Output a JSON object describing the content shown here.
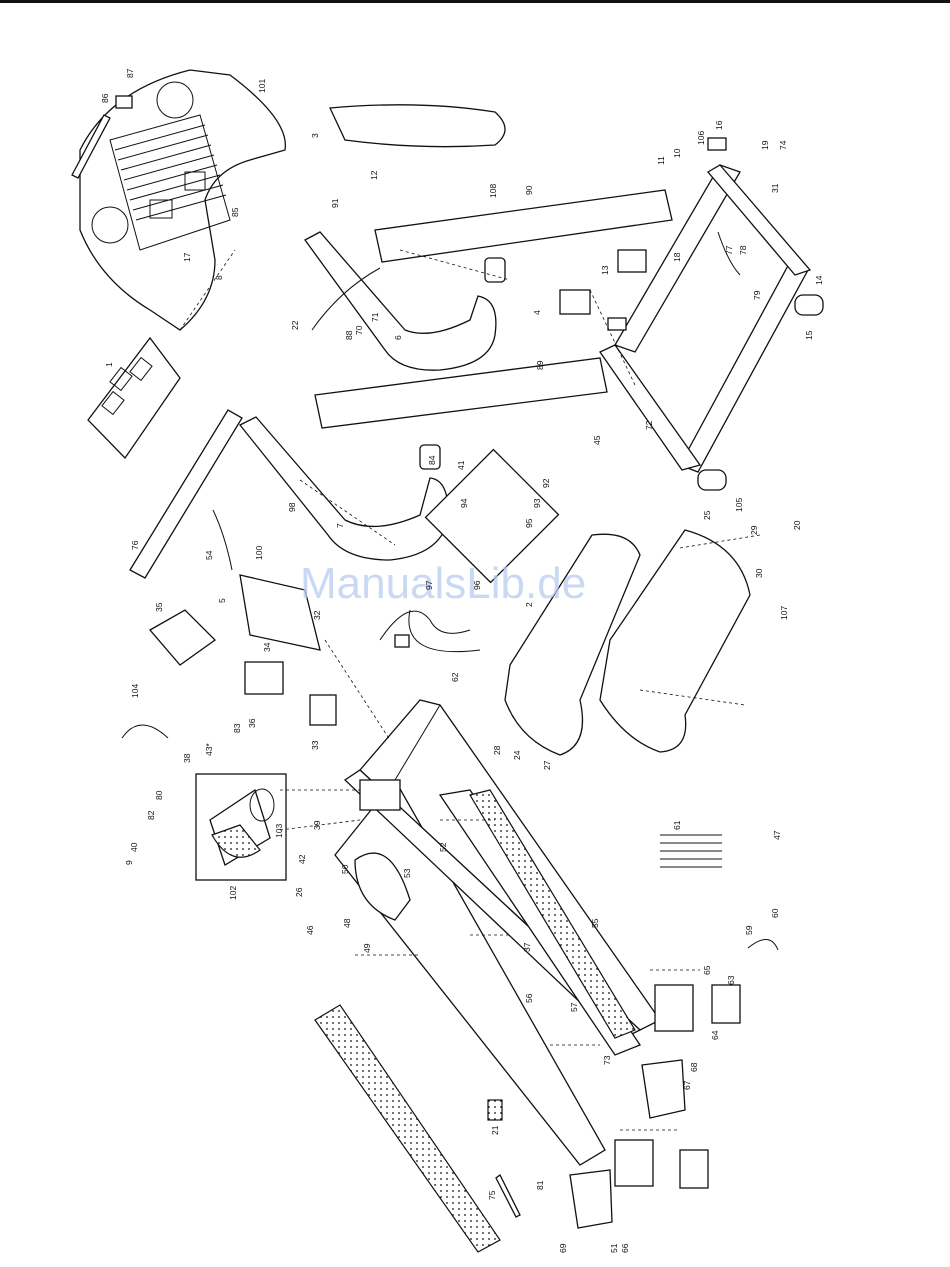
{
  "watermark": "ManualsLib.de",
  "callouts": [
    "1",
    "2",
    "3",
    "4",
    "5",
    "6",
    "7",
    "8",
    "9",
    "10",
    "11",
    "12",
    "13",
    "14",
    "15",
    "16",
    "17",
    "18",
    "19",
    "20",
    "21",
    "22",
    "24",
    "25",
    "26",
    "27",
    "28",
    "29",
    "30",
    "31",
    "32",
    "33",
    "34",
    "35",
    "36",
    "37",
    "38",
    "39",
    "40",
    "41",
    "42",
    "43*",
    "45",
    "46",
    "47",
    "48",
    "49",
    "50",
    "51",
    "52",
    "53",
    "54",
    "55",
    "56",
    "57",
    "59",
    "60",
    "61",
    "62",
    "63",
    "64",
    "65",
    "66",
    "67",
    "68",
    "69",
    "70",
    "71",
    "72",
    "73",
    "74",
    "75",
    "76",
    "77",
    "78",
    "79",
    "80",
    "81",
    "82",
    "83",
    "84",
    "85",
    "86",
    "87",
    "88",
    "89",
    "90",
    "91",
    "92",
    "93",
    "94",
    "95",
    "96",
    "97",
    "98",
    "100",
    "101",
    "102",
    "103",
    "104",
    "105",
    "106",
    "107",
    "108"
  ]
}
